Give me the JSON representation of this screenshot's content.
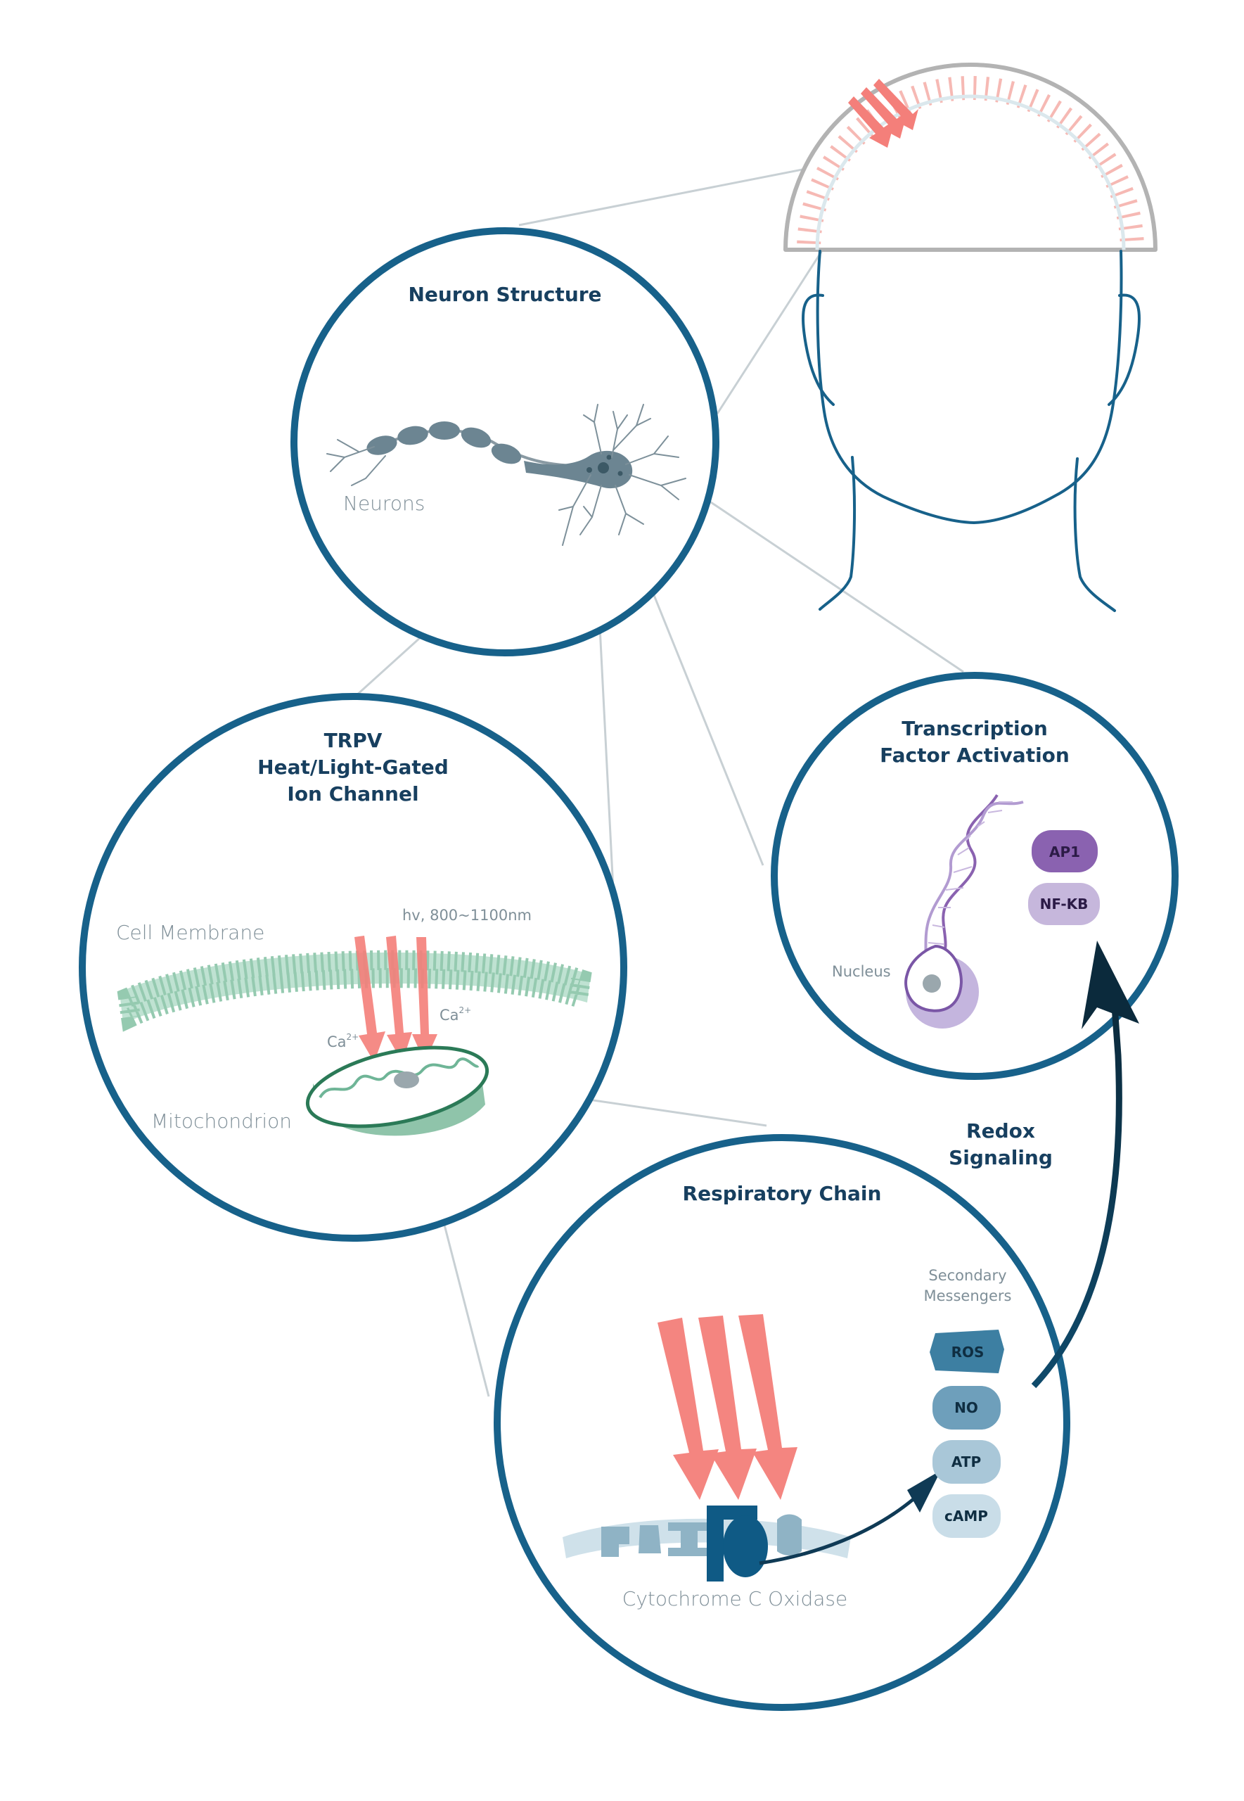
{
  "neuron_structure": {
    "title": "Neuron Structure",
    "label": "Neurons"
  },
  "trpv": {
    "title_lines": [
      "TRPV",
      "Heat/Light-Gated",
      "Ion Channel"
    ],
    "cell_membrane": "Cell Membrane",
    "wavelength": "hv, 800~1100nm",
    "calcium": "Ca",
    "calcium_charge": "2+",
    "mitochondrion": "Mitochondrion"
  },
  "transcription": {
    "title_lines": [
      "Transcription",
      "Factor Activation"
    ],
    "factors": [
      "AP1",
      "NF-KB"
    ],
    "nucleus": "Nucleus"
  },
  "respiratory": {
    "title": "Respiratory Chain",
    "secondary_lines": [
      "Secondary",
      "Messengers"
    ],
    "messengers": [
      "ROS",
      "NO",
      "ATP",
      "cAMP"
    ],
    "enzyme": "Cytochrome C Oxidase"
  },
  "redox": {
    "lines": [
      "Redox",
      "Signaling"
    ]
  },
  "colors": {
    "circle_border": "#17618a",
    "title_text": "#173f5f",
    "light_arrow": "#f47f7a",
    "membrane": "#9fcfb8",
    "ap1": "#8a62b0",
    "nfkb": "#c6b7dc",
    "ros": "#3d7fa2",
    "no": "#6e9fbb",
    "atp": "#a9c7d8",
    "camp": "#c9dde8"
  }
}
